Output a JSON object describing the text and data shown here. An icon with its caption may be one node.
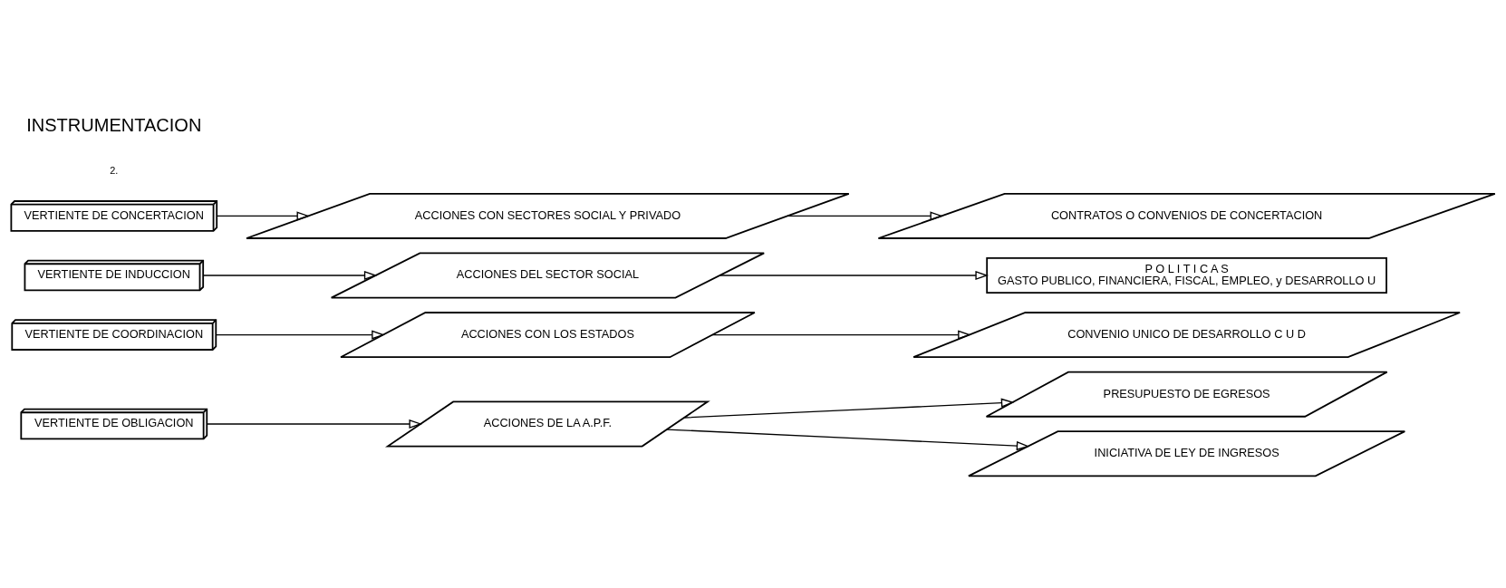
{
  "diagram": {
    "nodes": [
      {
        "text": [
          "VERTIENTE DE OBLIGACION"
        ]
      },
      {
        "text": [
          "ACCIONES DE LA A.P.F."
        ]
      },
      {
        "text": [
          "PRESUPUESTO DE EGRESOS"
        ]
      },
      {
        "text": [
          "INICIATIVA DE LEY DE INGRESOS"
        ]
      },
      {
        "text": [
          "VERTIENTE DE COORDINACION"
        ]
      },
      {
        "text": [
          "ACCIONES CON LOS ESTADOS"
        ]
      },
      {
        "text": [
          "CONVENIO UNICO DE DESARROLLO C U D"
        ]
      },
      {
        "text": [
          "VERTIENTE DE INDUCCION"
        ]
      },
      {
        "text": [
          "ACCIONES DEL SECTOR SOCIAL"
        ]
      },
      {
        "text": [
          "P O L I T I C A S",
          "GASTO PUBLICO, FINANCIERA, FISCAL, EMPLEO, y DESARROLLO U"
        ]
      },
      {
        "text": [
          "VERTIENTE DE CONCERTACION"
        ]
      },
      {
        "text": [
          "ACCIONES CON SECTORES SOCIAL Y PRIVADO"
        ]
      },
      {
        "text": [
          "CONTRATOS O CONVENIOS DE CONCERTACION"
        ]
      }
    ],
    "edges": [
      {
        "from": 0,
        "to": 1,
        "arrow": "to"
      },
      {
        "from": 1,
        "to": 2,
        "arrow": "to"
      },
      {
        "from": 1,
        "to": 3,
        "arrow": "to"
      },
      {
        "from": 4,
        "to": 5,
        "arrow": "to"
      },
      {
        "from": 5,
        "to": 6,
        "arrow": "to"
      },
      {
        "from": 7,
        "to": 8,
        "arrow": "to"
      },
      {
        "from": 8,
        "to": 9,
        "arrow": "to"
      },
      {
        "from": 10,
        "to": 11,
        "arrow": "to"
      },
      {
        "from": 11,
        "to": 12,
        "arrow": "to"
      }
    ],
    "labels": [
      "2.",
      "INSTRUMENTACION"
    ]
  }
}
